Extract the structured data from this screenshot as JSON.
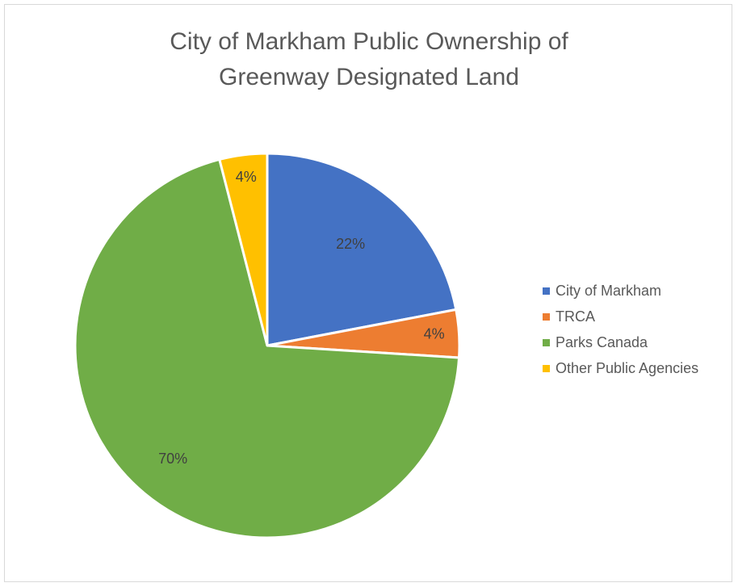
{
  "chart_data": {
    "type": "pie",
    "title": [
      "City of Markham Public Ownership of",
      "Greenway Designated Land"
    ],
    "categories": [
      "City of Markham",
      "TRCA",
      "Parks Canada",
      "Other Public Agencies"
    ],
    "values": [
      22,
      4,
      70,
      4
    ],
    "data_labels": [
      "22%",
      "4%",
      "70%",
      "4%"
    ],
    "colors": [
      "#4472c4",
      "#ed7d31",
      "#70ad47",
      "#ffc000"
    ],
    "start_angle": "top",
    "direction": "clockwise",
    "legend_position": "right"
  }
}
